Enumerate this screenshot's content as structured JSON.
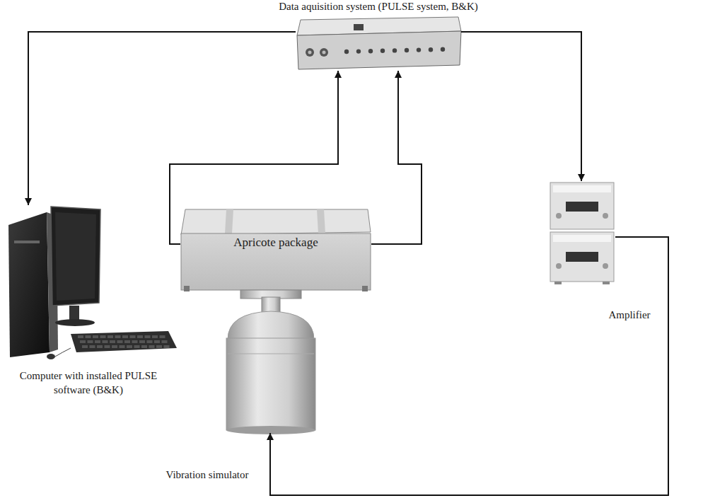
{
  "diagram": {
    "nodes": [
      {
        "text": [
          "Data aquisition system (PULSE system, B&K)"
        ]
      },
      {
        "text": [
          "Computer with installed PULSE software (B&K)"
        ]
      },
      {
        "text": [
          "Apricote package"
        ]
      },
      {
        "text": [
          "Amplifier"
        ]
      },
      {
        "text": [
          "Vibration simulator"
        ]
      }
    ],
    "edges": [
      {
        "from": 0,
        "to": 1,
        "arrow": "to"
      },
      {
        "from": 2,
        "to": 0,
        "arrow": "to"
      },
      {
        "from": 2,
        "to": 0,
        "arrow": "to"
      },
      {
        "from": 0,
        "to": 3,
        "arrow": "to"
      },
      {
        "from": 3,
        "to": 4,
        "arrow": "to"
      }
    ]
  }
}
